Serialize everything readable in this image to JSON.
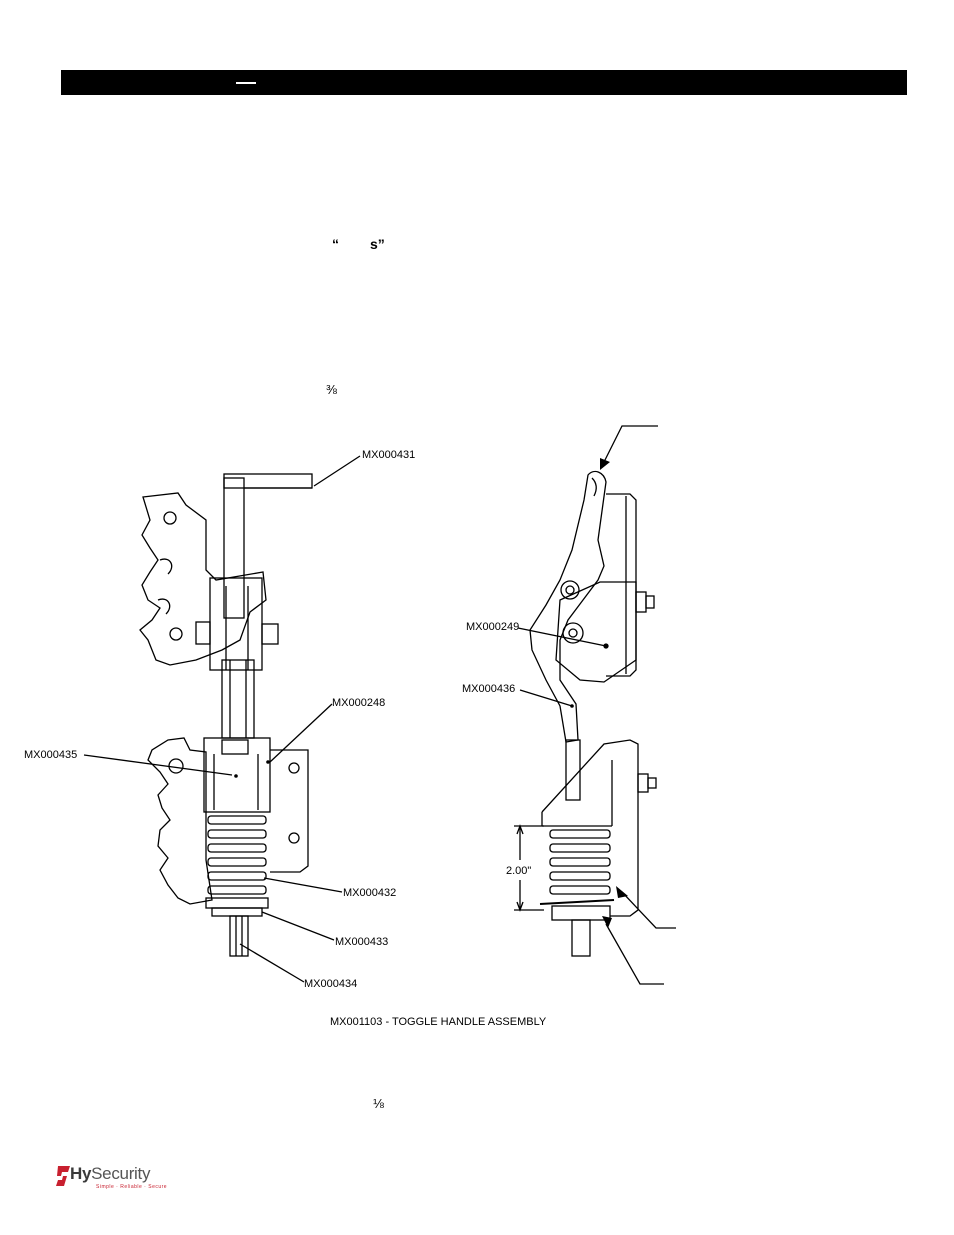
{
  "header": {
    "title": ""
  },
  "fragments": {
    "quote_open": "“",
    "quote_s": "s”",
    "fraction_three_eighths": "⅜",
    "fraction_one_eighth": "⅛"
  },
  "figure": {
    "labels": {
      "mx000431": "MX000431",
      "mx000248": "MX000248",
      "mx000435": "MX000435",
      "mx000432": "MX000432",
      "mx000433": "MX000433",
      "mx000434": "MX000434",
      "mx000249": "MX000249",
      "mx000436": "MX000436",
      "dimension": "2.00\""
    },
    "caption": "MX001103 - TOGGLE HANDLE ASSEMBLY"
  },
  "footer": {
    "brand_bold": "Hy",
    "brand_light": "Security",
    "tagline": "Simple · Reliable · Secure",
    "accent_color": "#c8202f"
  }
}
